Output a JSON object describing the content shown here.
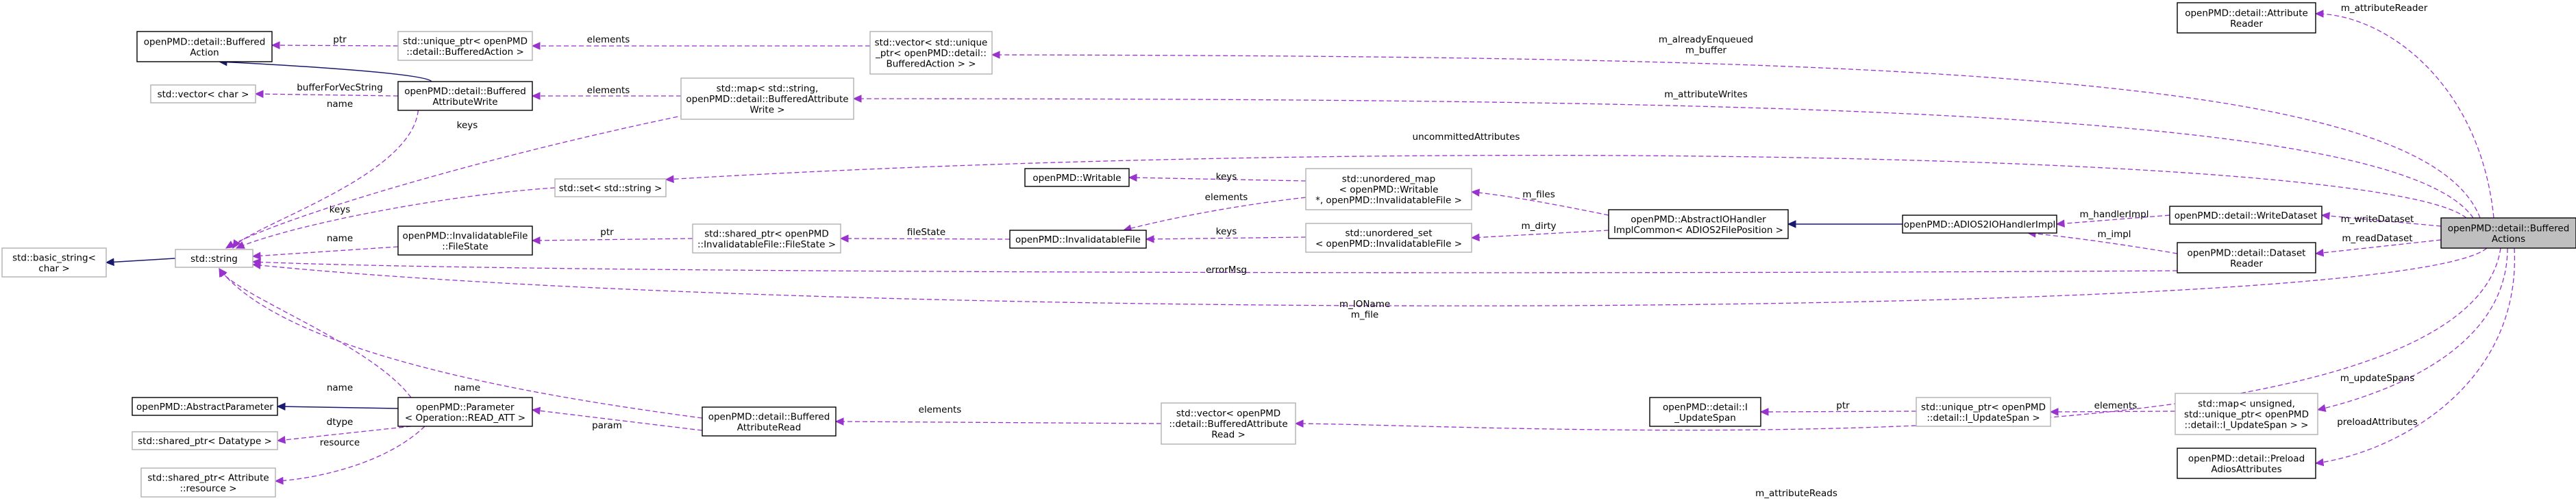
{
  "nodes": {
    "buffered_action": [
      "openPMD::detail::Buffered",
      "Action"
    ],
    "vector_char": [
      "std::vector< char >"
    ],
    "buffered_attribute_write": [
      "openPMD::detail::Buffered",
      "AttributeWrite"
    ],
    "unique_ptr_buffered_action": [
      "std::unique_ptr< openPMD",
      "::detail::BufferedAction >"
    ],
    "vector_unique_ptr_buffered_action": [
      "std::vector< std::unique",
      "_ptr< openPMD::detail::",
      "BufferedAction > >"
    ],
    "map_string_buffered_attribute_write": [
      "std::map< std::string,",
      "openPMD::detail::BufferedAttribute",
      "Write >"
    ],
    "basic_string_char": [
      "std::basic_string<",
      "char >"
    ],
    "std_string": [
      "std::string"
    ],
    "set_string": [
      "std::set< std::string >"
    ],
    "invalidatable_file_filestate": [
      "openPMD::InvalidatableFile",
      "::FileState"
    ],
    "shared_ptr_filestate": [
      "std::shared_ptr< openPMD",
      "::InvalidatableFile::FileState >"
    ],
    "writable": [
      "openPMD::Writable"
    ],
    "invalidatable_file": [
      "openPMD::InvalidatableFile"
    ],
    "unordered_map_writable": [
      "std::unordered_map",
      "< openPMD::Writable",
      "*, openPMD::InvalidatableFile >"
    ],
    "unordered_set_invalidatable_file": [
      "std::unordered_set",
      "< openPMD::InvalidatableFile >"
    ],
    "abstract_io_handler_impl_common": [
      "openPMD::AbstractIOHandler",
      "ImplCommon< ADIOS2FilePosition >"
    ],
    "adios2_io_handler_impl": [
      "openPMD::ADIOS2IOHandlerImpl"
    ],
    "attribute_reader": [
      "openPMD::detail::Attribute",
      "Reader"
    ],
    "write_dataset": [
      "openPMD::detail::WriteDataset"
    ],
    "dataset_reader": [
      "openPMD::detail::Dataset",
      "Reader"
    ],
    "buffered_actions": [
      "openPMD::detail::Buffered",
      "Actions"
    ],
    "buffered_attribute_read": [
      "openPMD::detail::Buffered",
      "AttributeRead"
    ],
    "vector_buffered_attribute_read": [
      "std::vector< openPMD",
      "::detail::BufferedAttribute",
      "Read >"
    ],
    "abstract_parameter": [
      "openPMD::AbstractParameter"
    ],
    "parameter_read_att": [
      "openPMD::Parameter",
      "< Operation::READ_ATT >"
    ],
    "shared_ptr_datatype": [
      "std::shared_ptr< Datatype >"
    ],
    "shared_ptr_attribute_resource": [
      "std::shared_ptr< Attribute",
      "::resource >"
    ],
    "i_update_span": [
      "openPMD::detail::I",
      "_UpdateSpan"
    ],
    "unique_ptr_i_update_span": [
      "std::unique_ptr< openPMD",
      "::detail::I_UpdateSpan >"
    ],
    "map_unsigned_unique_ptr_i_update_span": [
      "std::map< unsigned,",
      "std::unique_ptr< openPMD",
      "::detail::I_UpdateSpan > >"
    ],
    "preload_adios_attributes": [
      "openPMD::detail::Preload",
      "AdiosAttributes"
    ]
  },
  "edges": {
    "m_already_enqueued_m_buffer": [
      "m_alreadyEnqueued",
      "m_buffer"
    ],
    "elements": [
      "elements"
    ],
    "ptr": [
      "ptr"
    ],
    "buffer_for_vec_string": [
      "bufferForVecString"
    ],
    "name": [
      "name"
    ],
    "keys": [
      "keys"
    ],
    "m_attribute_reader": [
      "m_attributeReader"
    ],
    "m_attribute_writes": [
      "m_attributeWrites"
    ],
    "uncommitted_attributes": [
      "uncommittedAttributes"
    ],
    "m_files": [
      "m_files"
    ],
    "m_dirty": [
      "m_dirty"
    ],
    "file_state": [
      "fileState"
    ],
    "m_handler_impl": [
      "m_handlerImpl"
    ],
    "m_write_dataset": [
      "m_writeDataset"
    ],
    "m_read_dataset": [
      "m_readDataset"
    ],
    "m_impl": [
      "m_impl"
    ],
    "error_msg": [
      "errorMsg"
    ],
    "m_io_name_m_file": [
      "m_IOName",
      "m_file"
    ],
    "param": [
      "param"
    ],
    "m_attribute_reads": [
      "m_attributeReads"
    ],
    "dtype": [
      "dtype"
    ],
    "resource": [
      "resource"
    ],
    "m_update_spans": [
      "m_updateSpans"
    ],
    "preload_attributes": [
      "preloadAttributes"
    ]
  }
}
